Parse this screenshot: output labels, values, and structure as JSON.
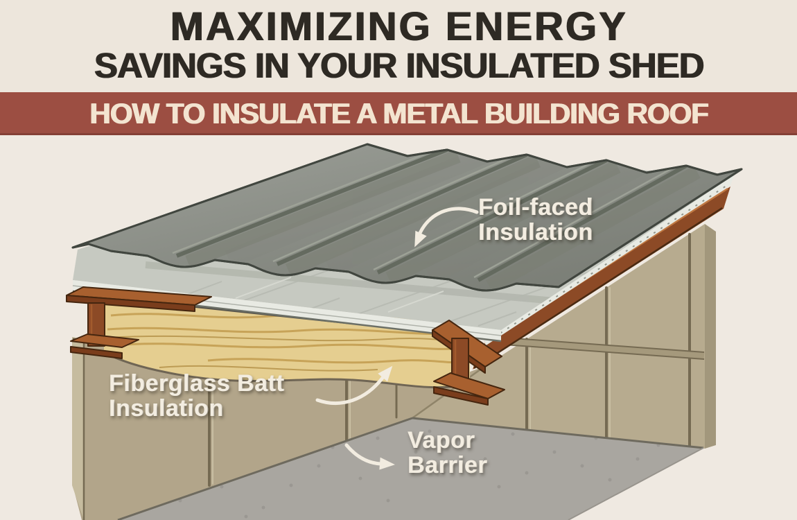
{
  "header": {
    "title_line1": "MAXIMIZING ENERGY",
    "title_line2": "SAVINGS IN YOUR INSULATED SHED"
  },
  "banner": {
    "text": "HOW TO INSULATE A METAL BUILDING ROOF"
  },
  "diagram": {
    "labels": {
      "foil": {
        "line1": "Foil-faced",
        "line2": "Insulation"
      },
      "fiberglass": {
        "line1": "Fiberglass Batt",
        "line2": "Insulation"
      },
      "vapor": {
        "line1": "Vapor",
        "line2": "Barrier"
      }
    },
    "colors": {
      "background": "#EDE7DE",
      "title_text": "#2E2A24",
      "banner_background": "#9C4E42",
      "banner_text": "#F3E4D0",
      "label_text": "#F3EDE1",
      "metal_roof": "#8A8E85",
      "metal_roof_rib": "#646A5F",
      "foil_panel": "#C6C9C1",
      "foil_edge": "#E8EAE3",
      "fiberglass": "#E5CE90",
      "fiberglass_stroke": "#C49F52",
      "steel_frame": "#8C4A26",
      "steel_frame_light": "#A8602F",
      "wall": "#B2A58A",
      "wall_right": "#B7AB8F",
      "wall_edge": "#C6BC9F",
      "floor": "#A9A6A0",
      "arrow": "#F2ECE0"
    }
  }
}
